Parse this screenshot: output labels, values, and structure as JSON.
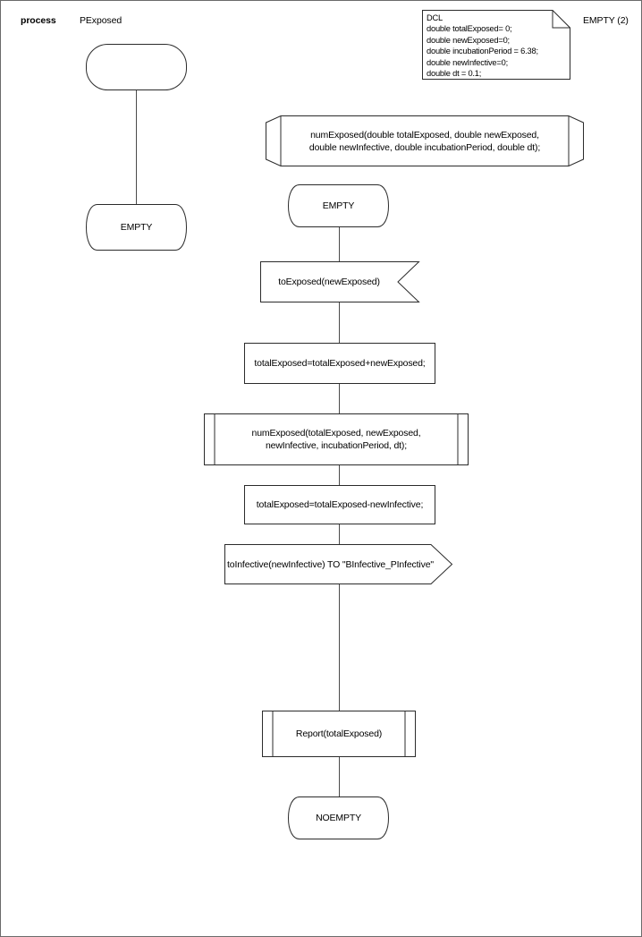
{
  "diagram": {
    "kind": "sdl-process-diagram",
    "header": {
      "keyword": "process",
      "name": "PExposed",
      "page_label": "EMPTY (2)"
    },
    "declaration_note": {
      "title": "DCL",
      "lines": [
        "DCL",
        "double totalExposed= 0;",
        "double newExposed=0;",
        "double incubationPeriod = 6.38;",
        "double newInfective=0;",
        "double dt = 0.1;"
      ],
      "text": "DCL\ndouble totalExposed= 0;\ndouble newExposed=0;\ndouble incubationPeriod = 6.38;\ndouble newInfective=0;\ndouble dt = 0.1;"
    },
    "left_branch": {
      "start_label": "",
      "state_label": "EMPTY"
    },
    "main_branch": {
      "procedure_declaration": "numExposed(double totalExposed, double newExposed,\ndouble newInfective, double incubationPeriod, double dt);",
      "state_empty": "EMPTY",
      "input_signal": "toExposed(newExposed)",
      "task_add": "totalExposed=totalExposed+newExposed;",
      "procedure_call_num": "numExposed(totalExposed, newExposed,\nnewInfective, incubationPeriod, dt);",
      "task_sub": "totalExposed=totalExposed-newInfective;",
      "output_signal": "toInfective(newInfective) TO \"BInfective_PInfective\"",
      "procedure_call_report": "Report(totalExposed)",
      "state_noempty": "NOEMPTY"
    },
    "colors": {
      "stroke": "#2b2b2b",
      "connector": "#4a4a4a",
      "page_border": "#6b6b6b",
      "background": "#ffffff",
      "text": "#000000"
    }
  }
}
